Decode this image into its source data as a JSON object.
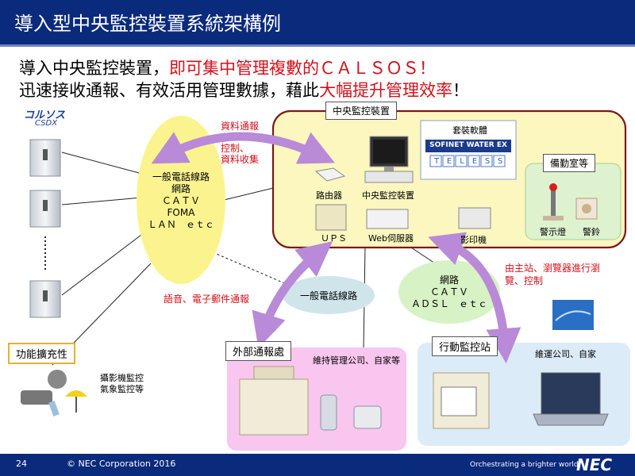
{
  "title": "導入型中央監控裝置系統架構例",
  "subtitle": {
    "line1_pre": "導入中央監控裝置，",
    "line1_hl": "即可集中管理複數的ＣＡＬＳＯＳ！",
    "line2_pre": "迅速接收通報、有效活用管理數據，藉此",
    "line2_hl": "大幅提升管理效率",
    "line2_post": "！"
  },
  "brand": {
    "logo": "コルソス",
    "model": "CSDX"
  },
  "network_main": {
    "lines": [
      "一般電話線路",
      "網路",
      "ＣＡＴＶ",
      "FOMA",
      "ＬＡＮ　ｅｔｃ"
    ]
  },
  "center": {
    "tab": "中央監控裝置",
    "software_label": "套裝軟體",
    "software_logo": "SOFINET WATER EX",
    "software_letters": [
      "T",
      "E",
      "L",
      "E",
      "S",
      "S"
    ],
    "router": "路由器",
    "controller": "中央監控裝置",
    "ups": "ＵＰＳ",
    "web_server": "Web伺服器",
    "printer": "影印機"
  },
  "duty_room": {
    "title": "備勤室等",
    "light": "警示燈",
    "bell": "警鈴"
  },
  "labels": {
    "report": "資料通報",
    "control": "控制、\n資料收集",
    "voice": "語音、電子郵件通報",
    "general_line": "一般電話線路",
    "from_main": "由主站、瀏覽器進行瀏\n覽、控制"
  },
  "network_mobile": {
    "lines": [
      "網路",
      "ＣＡＴＶ",
      "ＡＤＳＬ　ｅｔｃ"
    ]
  },
  "expansion": {
    "title": "功能擴充性",
    "desc": "攝影機監控\n氣象監控等"
  },
  "external": {
    "title": "外部通報處",
    "desc": "維持管理公司、自家等"
  },
  "mobile": {
    "title": "行動監控站",
    "desc": "維運公司、自家"
  },
  "footer": {
    "page": "24",
    "copyright": "© NEC Corporation 2016",
    "slogan": "Orchestrating a brighter world",
    "logo": "NEC"
  }
}
